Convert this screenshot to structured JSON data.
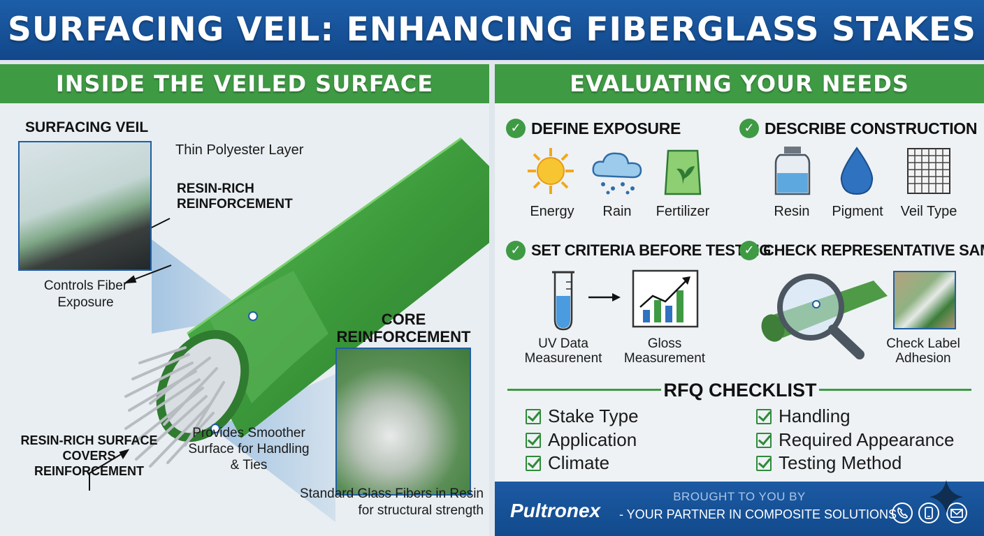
{
  "title": "SURFACING VEIL: ENHANCING FIBERGLASS STAKES",
  "left": {
    "header": "INSIDE THE VEILED SURFACE",
    "surfacing_veil": "SURFACING VEIL",
    "thin_layer": "Thin Polyester Layer",
    "resin_rich_1": "RESIN-RICH",
    "resin_rich_2": "REINFORCEMENT",
    "controls_1": "Controls Fiber",
    "controls_2": "Exposure",
    "core_1": "CORE",
    "core_2": "REINFORCEMENT",
    "surface_1": "RESIN-RICH SURFACE",
    "surface_2": "COVERS REINFORCEMENT",
    "smoother_1": "Provides Smoother",
    "smoother_2": "Surface for Handling",
    "smoother_3": "& Ties",
    "standard_1": "Standard Glass Fibers in Resin",
    "standard_2": "for structural strength"
  },
  "right": {
    "header": "EVALUATING YOUR NEEDS",
    "define": {
      "title": "DEFINE EXPOSURE",
      "items": [
        "Energy",
        "Rain",
        "Fertilizer"
      ]
    },
    "describe": {
      "title": "DESCRIBE CONSTRUCTION",
      "items": [
        "Resin",
        "Pigment",
        "Veil Type"
      ]
    },
    "criteria": {
      "title": "SET CRITERIA BEFORE TESTING",
      "uv_1": "UV Data",
      "uv_2": "Measurenent",
      "gloss_1": "Gloss",
      "gloss_2": "Measurement"
    },
    "sample": {
      "title": "CHECK REPRESENTATIVE SAMPLE",
      "label_1": "Check Label",
      "label_2": "Adhesion"
    },
    "rfq": {
      "title": "RFQ CHECKLIST",
      "left_items": [
        "Stake Type",
        "Application",
        "Climate"
      ],
      "right_items": [
        "Handling",
        "Required Appearance",
        "Testing Method"
      ]
    },
    "footer": {
      "brought": "BROUGHT TO YOU BY",
      "brand": "Pultronex",
      "tagline": "- YOUR PARTNER IN COMPOSITE SOLUTIONS"
    }
  },
  "colors": {
    "banner_blue": "#1a579f",
    "header_green": "#3f9a44",
    "rod_green": "#3f9a3e",
    "check_green": "#2f8a3a"
  }
}
